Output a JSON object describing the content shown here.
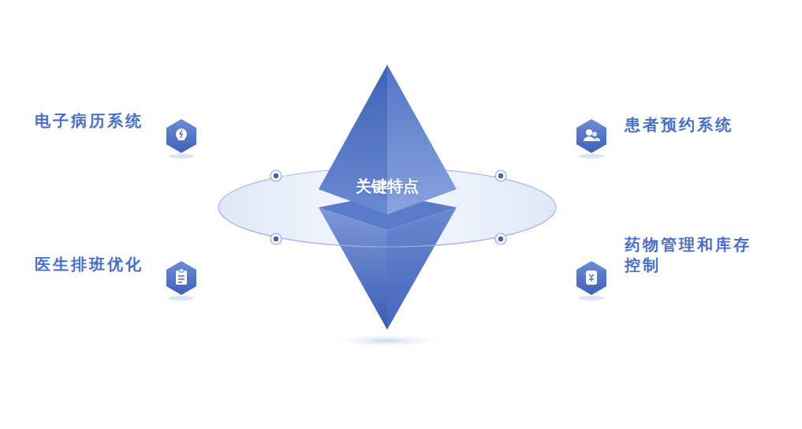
{
  "diagram": {
    "nodes": [
      {
        "text": [
          "关键特点"
        ]
      }
    ],
    "labels": [
      "电子病历系统",
      "患者预约系统",
      "医生排班优化",
      "药物管理和库存控制"
    ]
  }
}
